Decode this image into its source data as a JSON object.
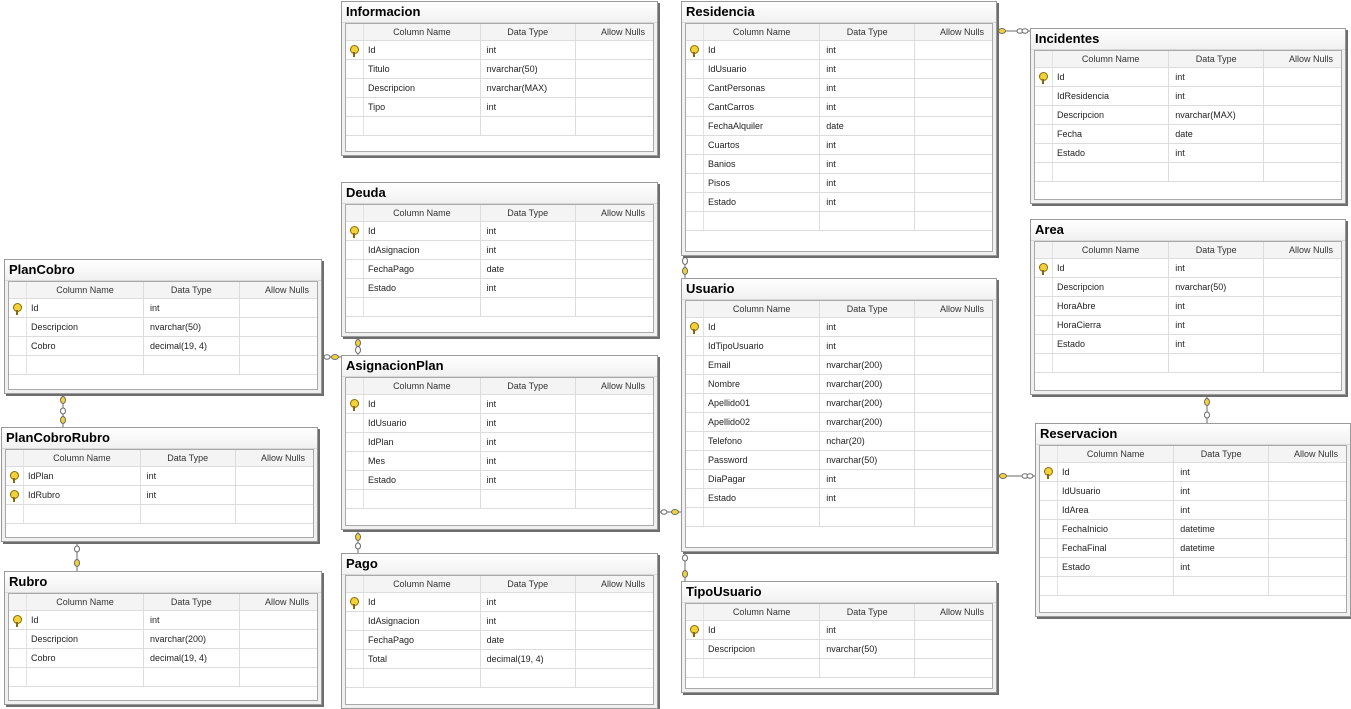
{
  "column_headers": {
    "name": "Column Name",
    "type": "Data Type",
    "nulls": "Allow Nulls"
  },
  "tables": {
    "informacion": {
      "title": "Informacion",
      "rows": [
        {
          "name": "Id",
          "type": "int",
          "pk": true
        },
        {
          "name": "Titulo",
          "type": "nvarchar(50)",
          "pk": false
        },
        {
          "name": "Descripcion",
          "type": "nvarchar(MAX)",
          "pk": false
        },
        {
          "name": "Tipo",
          "type": "int",
          "pk": false
        }
      ]
    },
    "residencia": {
      "title": "Residencia",
      "rows": [
        {
          "name": "Id",
          "type": "int",
          "pk": true
        },
        {
          "name": "IdUsuario",
          "type": "int",
          "pk": false
        },
        {
          "name": "CantPersonas",
          "type": "int",
          "pk": false
        },
        {
          "name": "CantCarros",
          "type": "int",
          "pk": false
        },
        {
          "name": "FechaAlquiler",
          "type": "date",
          "pk": false
        },
        {
          "name": "Cuartos",
          "type": "int",
          "pk": false
        },
        {
          "name": "Banios",
          "type": "int",
          "pk": false
        },
        {
          "name": "Pisos",
          "type": "int",
          "pk": false
        },
        {
          "name": "Estado",
          "type": "int",
          "pk": false
        }
      ]
    },
    "incidentes": {
      "title": "Incidentes",
      "rows": [
        {
          "name": "Id",
          "type": "int",
          "pk": true
        },
        {
          "name": "IdResidencia",
          "type": "int",
          "pk": false
        },
        {
          "name": "Descripcion",
          "type": "nvarchar(MAX)",
          "pk": false
        },
        {
          "name": "Fecha",
          "type": "date",
          "pk": false
        },
        {
          "name": "Estado",
          "type": "int",
          "pk": false
        }
      ]
    },
    "deuda": {
      "title": "Deuda",
      "rows": [
        {
          "name": "Id",
          "type": "int",
          "pk": true
        },
        {
          "name": "IdAsignacion",
          "type": "int",
          "pk": false
        },
        {
          "name": "FechaPago",
          "type": "date",
          "pk": false
        },
        {
          "name": "Estado",
          "type": "int",
          "pk": false
        }
      ]
    },
    "area": {
      "title": "Area",
      "rows": [
        {
          "name": "Id",
          "type": "int",
          "pk": true
        },
        {
          "name": "Descripcion",
          "type": "nvarchar(50)",
          "pk": false
        },
        {
          "name": "HoraAbre",
          "type": "int",
          "pk": false
        },
        {
          "name": "HoraCierra",
          "type": "int",
          "pk": false
        },
        {
          "name": "Estado",
          "type": "int",
          "pk": false
        }
      ]
    },
    "plancobro": {
      "title": "PlanCobro",
      "rows": [
        {
          "name": "Id",
          "type": "int",
          "pk": true
        },
        {
          "name": "Descripcion",
          "type": "nvarchar(50)",
          "pk": false
        },
        {
          "name": "Cobro",
          "type": "decimal(19, 4)",
          "pk": false
        }
      ]
    },
    "usuario": {
      "title": "Usuario",
      "rows": [
        {
          "name": "Id",
          "type": "int",
          "pk": true
        },
        {
          "name": "IdTipoUsuario",
          "type": "int",
          "pk": false
        },
        {
          "name": "Email",
          "type": "nvarchar(200)",
          "pk": false
        },
        {
          "name": "Nombre",
          "type": "nvarchar(200)",
          "pk": false
        },
        {
          "name": "Apellido01",
          "type": "nvarchar(200)",
          "pk": false
        },
        {
          "name": "Apellido02",
          "type": "nvarchar(200)",
          "pk": false
        },
        {
          "name": "Telefono",
          "type": "nchar(20)",
          "pk": false
        },
        {
          "name": "Password",
          "type": "nvarchar(50)",
          "pk": false
        },
        {
          "name": "DiaPagar",
          "type": "int",
          "pk": false
        },
        {
          "name": "Estado",
          "type": "int",
          "pk": false
        }
      ]
    },
    "asignacionplan": {
      "title": "AsignacionPlan",
      "rows": [
        {
          "name": "Id",
          "type": "int",
          "pk": true
        },
        {
          "name": "IdUsuario",
          "type": "int",
          "pk": false
        },
        {
          "name": "IdPlan",
          "type": "int",
          "pk": false
        },
        {
          "name": "Mes",
          "type": "int",
          "pk": false
        },
        {
          "name": "Estado",
          "type": "int",
          "pk": false
        }
      ]
    },
    "plancobrorubro": {
      "title": "PlanCobroRubro",
      "rows": [
        {
          "name": "IdPlan",
          "type": "int",
          "pk": true
        },
        {
          "name": "IdRubro",
          "type": "int",
          "pk": true
        }
      ]
    },
    "reservacion": {
      "title": "Reservacion",
      "rows": [
        {
          "name": "Id",
          "type": "int",
          "pk": true
        },
        {
          "name": "IdUsuario",
          "type": "int",
          "pk": false
        },
        {
          "name": "IdArea",
          "type": "int",
          "pk": false
        },
        {
          "name": "FechaInicio",
          "type": "datetime",
          "pk": false
        },
        {
          "name": "FechaFinal",
          "type": "datetime",
          "pk": false
        },
        {
          "name": "Estado",
          "type": "int",
          "pk": false
        }
      ]
    },
    "rubro": {
      "title": "Rubro",
      "rows": [
        {
          "name": "Id",
          "type": "int",
          "pk": true
        },
        {
          "name": "Descripcion",
          "type": "nvarchar(200)",
          "pk": false
        },
        {
          "name": "Cobro",
          "type": "decimal(19, 4)",
          "pk": false
        }
      ]
    },
    "pago": {
      "title": "Pago",
      "rows": [
        {
          "name": "Id",
          "type": "int",
          "pk": true
        },
        {
          "name": "IdAsignacion",
          "type": "int",
          "pk": false
        },
        {
          "name": "FechaPago",
          "type": "date",
          "pk": false
        },
        {
          "name": "Total",
          "type": "decimal(19, 4)",
          "pk": false
        }
      ]
    },
    "tipousuario": {
      "title": "TipoUsuario",
      "rows": [
        {
          "name": "Id",
          "type": "int",
          "pk": true
        },
        {
          "name": "Descripcion",
          "type": "nvarchar(50)",
          "pk": false
        }
      ]
    }
  }
}
